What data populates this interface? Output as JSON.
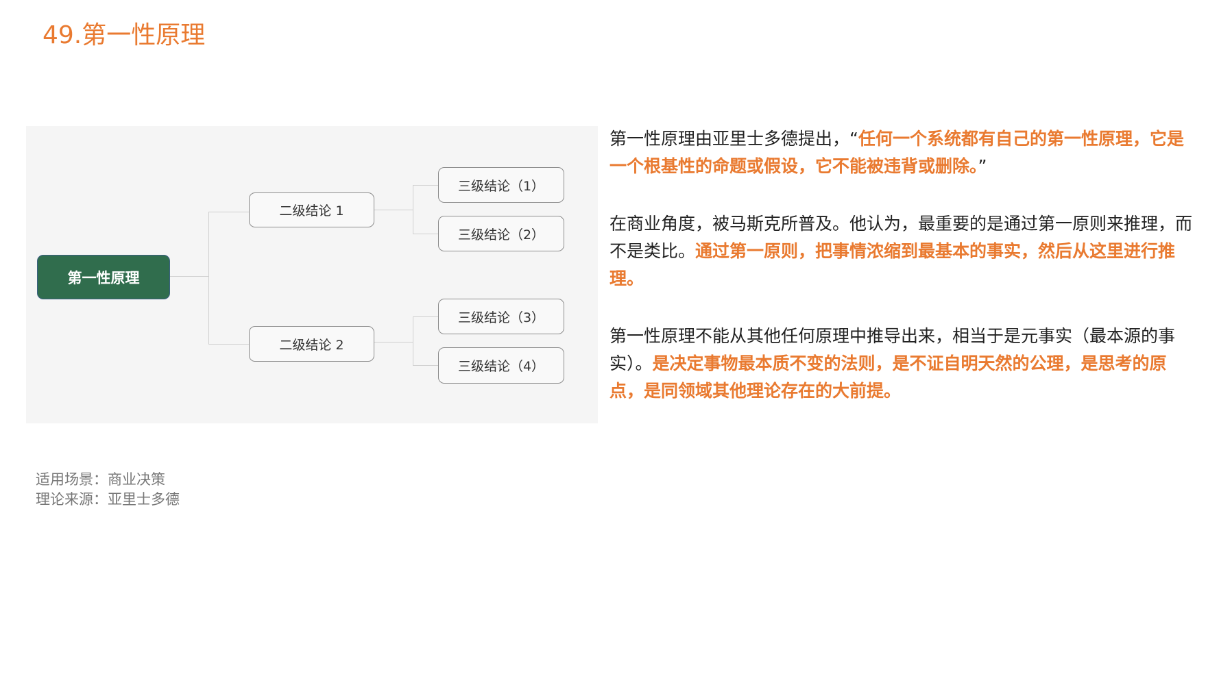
{
  "title": "49.第一性原理",
  "diagram": {
    "root": "第一性原理",
    "level2": [
      {
        "label": "二级结论 1",
        "children": [
          "三级结论（1）",
          "三级结论（2）"
        ]
      },
      {
        "label": "二级结论 2",
        "children": [
          "三级结论（3）",
          "三级结论（4）"
        ]
      }
    ]
  },
  "paragraphs": [
    {
      "segments": [
        {
          "text": "第一性原理由亚里士多德提出，“",
          "highlight": false
        },
        {
          "text": "任何一个系统都有自己的第一性原理，它是一个根基性的命题或假设，它不能被违背或删除。",
          "highlight": true
        },
        {
          "text": "”",
          "highlight": false
        }
      ]
    },
    {
      "segments": [
        {
          "text": "在商业角度，被马斯克所普及。他认为，最重要的是通过第一原则来推理，而不是类比。",
          "highlight": false
        },
        {
          "text": "通过第一原则，把事情浓缩到最基本的事实，然后从这里进行推理。",
          "highlight": true
        }
      ]
    },
    {
      "segments": [
        {
          "text": "第一性原理不能从其他任何原理中推导出来，相当于是元事实（最本源的事实）。",
          "highlight": false
        },
        {
          "text": "是决定事物最本质不变的法则，是不证自明天然的公理，是思考的原点，是同领域其他理论存在的大前提。",
          "highlight": true
        }
      ]
    }
  ],
  "footer": {
    "scenario_label": "适用场景：",
    "scenario_value": "商业决策",
    "source_label": "理论来源：",
    "source_value": "亚里士多德"
  },
  "colors": {
    "accent": "#E97A30",
    "root_node": "#306D4D",
    "diagram_bg": "#F5F5F5",
    "body_text": "#222222",
    "footer_text": "#777777"
  }
}
